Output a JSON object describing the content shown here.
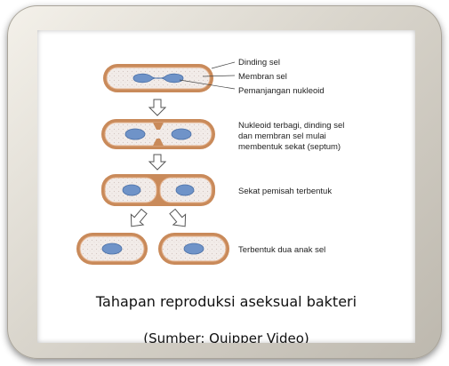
{
  "labels": {
    "dinding_sel": "Dinding sel",
    "membran_sel": "Membran sel",
    "pemanjangan": "Pemanjangan nukleoid",
    "step2_line1": "Nukleoid terbagi, dinding sel",
    "step2_line2": "dan membran sel mulai",
    "step2_line3": "membentuk sekat (septum)",
    "step3": "Sekat pemisah terbentuk",
    "step4": "Terbentuk dua anak sel"
  },
  "caption": "Tahapan reproduksi aseksual bakteri",
  "source": "(Sumber: Quipper Video)",
  "colors": {
    "wall": "#c98a5a",
    "cytoplasm": "#f2ece9",
    "nucleoid": "#6f93c8",
    "frame": "#d9d5cc"
  }
}
